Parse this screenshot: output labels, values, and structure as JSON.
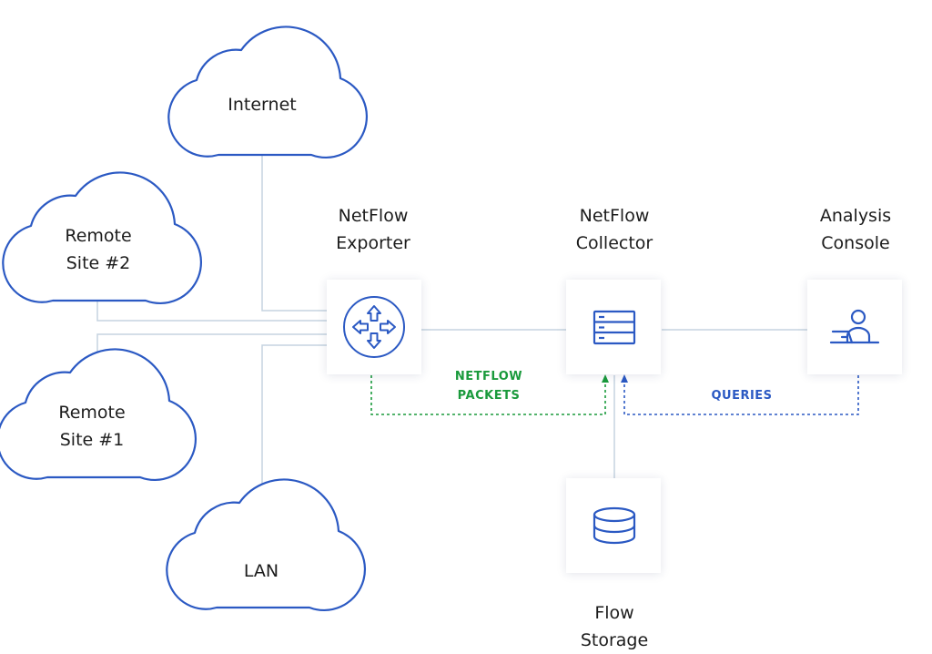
{
  "clouds": [
    {
      "id": "internet",
      "lines": [
        "Internet"
      ]
    },
    {
      "id": "remote2",
      "lines": [
        "Remote",
        "Site #2"
      ]
    },
    {
      "id": "remote1",
      "lines": [
        "Remote",
        "Site #1"
      ]
    },
    {
      "id": "lan",
      "lines": [
        "LAN"
      ]
    }
  ],
  "nodes": {
    "exporter": {
      "lines": [
        "NetFlow",
        "Exporter"
      ],
      "icon": "router-icon"
    },
    "collector": {
      "lines": [
        "NetFlow",
        "Collector"
      ],
      "icon": "server-icon"
    },
    "console": {
      "lines": [
        "Analysis",
        "Console"
      ],
      "icon": "user-laptop-icon"
    },
    "storage": {
      "lines": [
        "Flow",
        "Storage"
      ],
      "icon": "database-icon"
    }
  },
  "flows": {
    "netflow_packets": {
      "lines": [
        "NETFLOW",
        "PACKETS"
      ]
    },
    "queries": {
      "lines": [
        "QUERIES"
      ]
    }
  },
  "colors": {
    "cloud_stroke": "#2b59c3",
    "icon": "#2b59c3",
    "connector": "#c5d3e0",
    "netflow_packets": "#1a9a3c",
    "queries": "#2b59c3",
    "text": "#1c1c1c"
  }
}
